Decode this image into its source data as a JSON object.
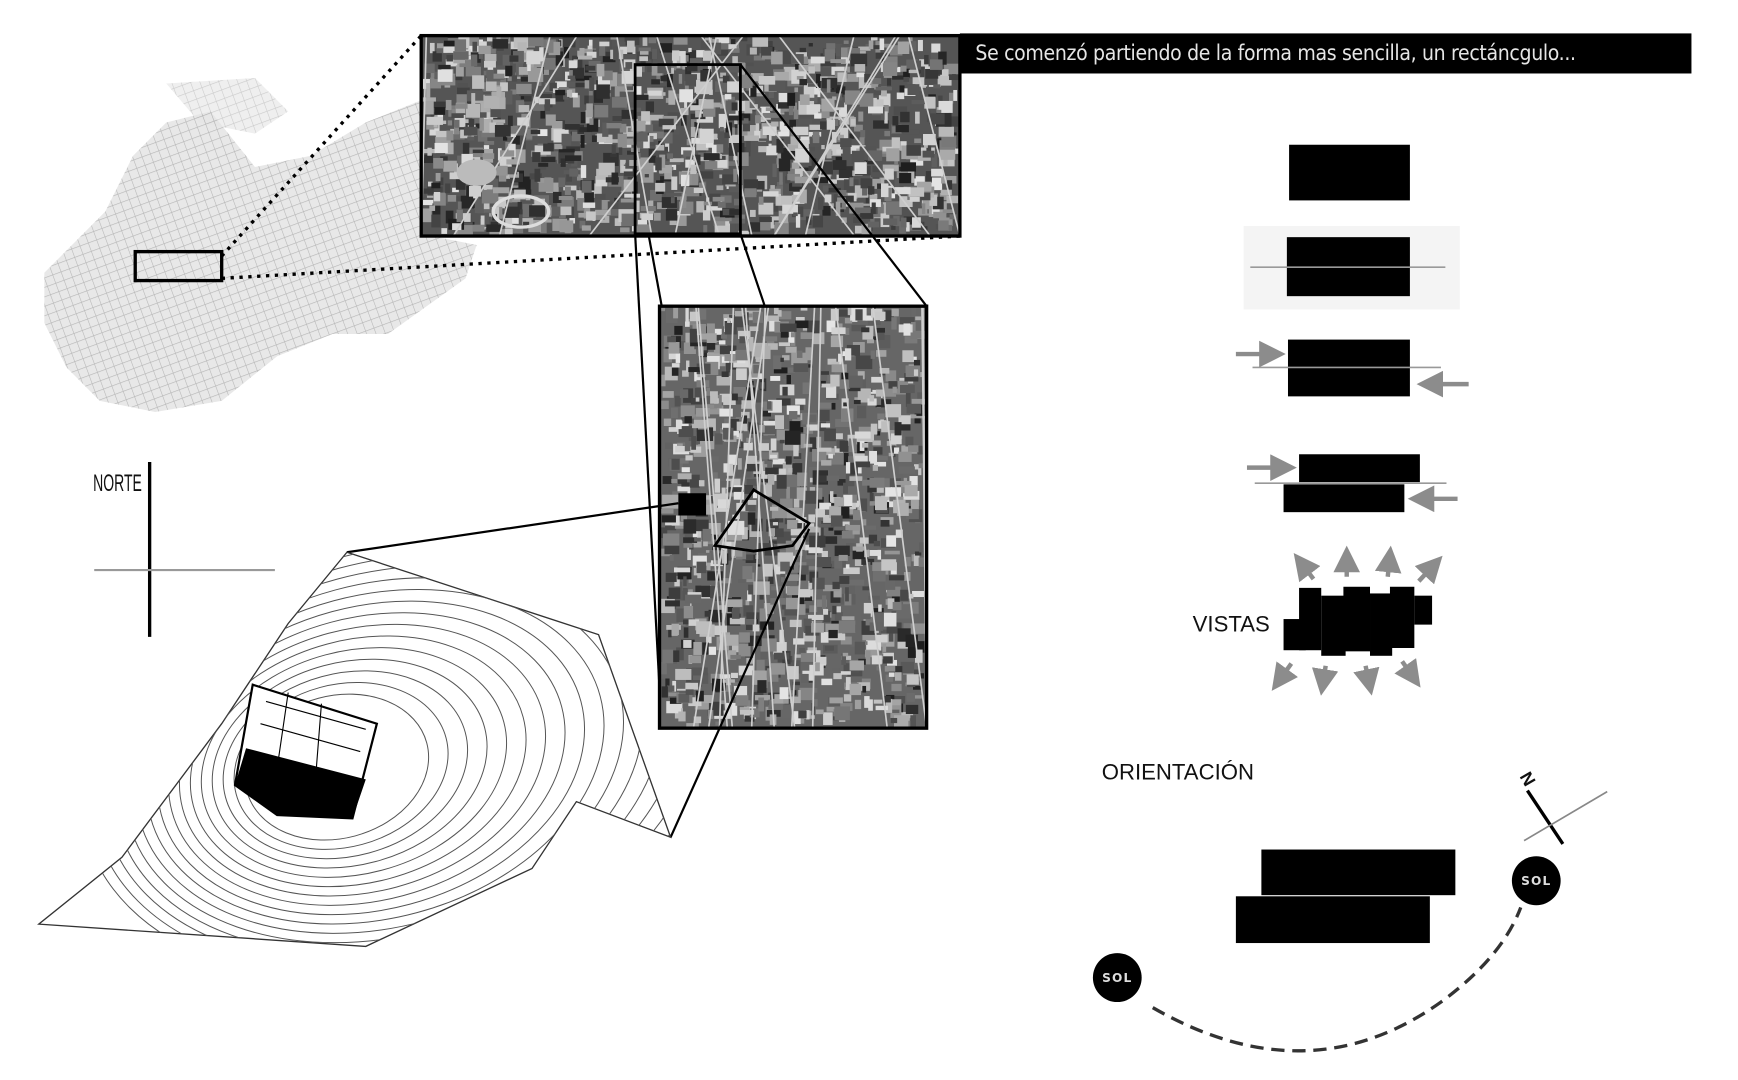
{
  "banner": {
    "text": "Se comenzó partiendo de la forma mas sencilla, un rectáncgulo..."
  },
  "labels": {
    "norte": "NORTE",
    "vistas": "VISTAS",
    "orientacion": "ORIENTACIÓN",
    "north_mark": "N",
    "sol_east": "SOL",
    "sol_west": "SOL"
  },
  "colors": {
    "ink": "#000000",
    "arrow": "#8c8c8c",
    "map": "#b5b5b5",
    "aerial": "#3a3a3a"
  }
}
